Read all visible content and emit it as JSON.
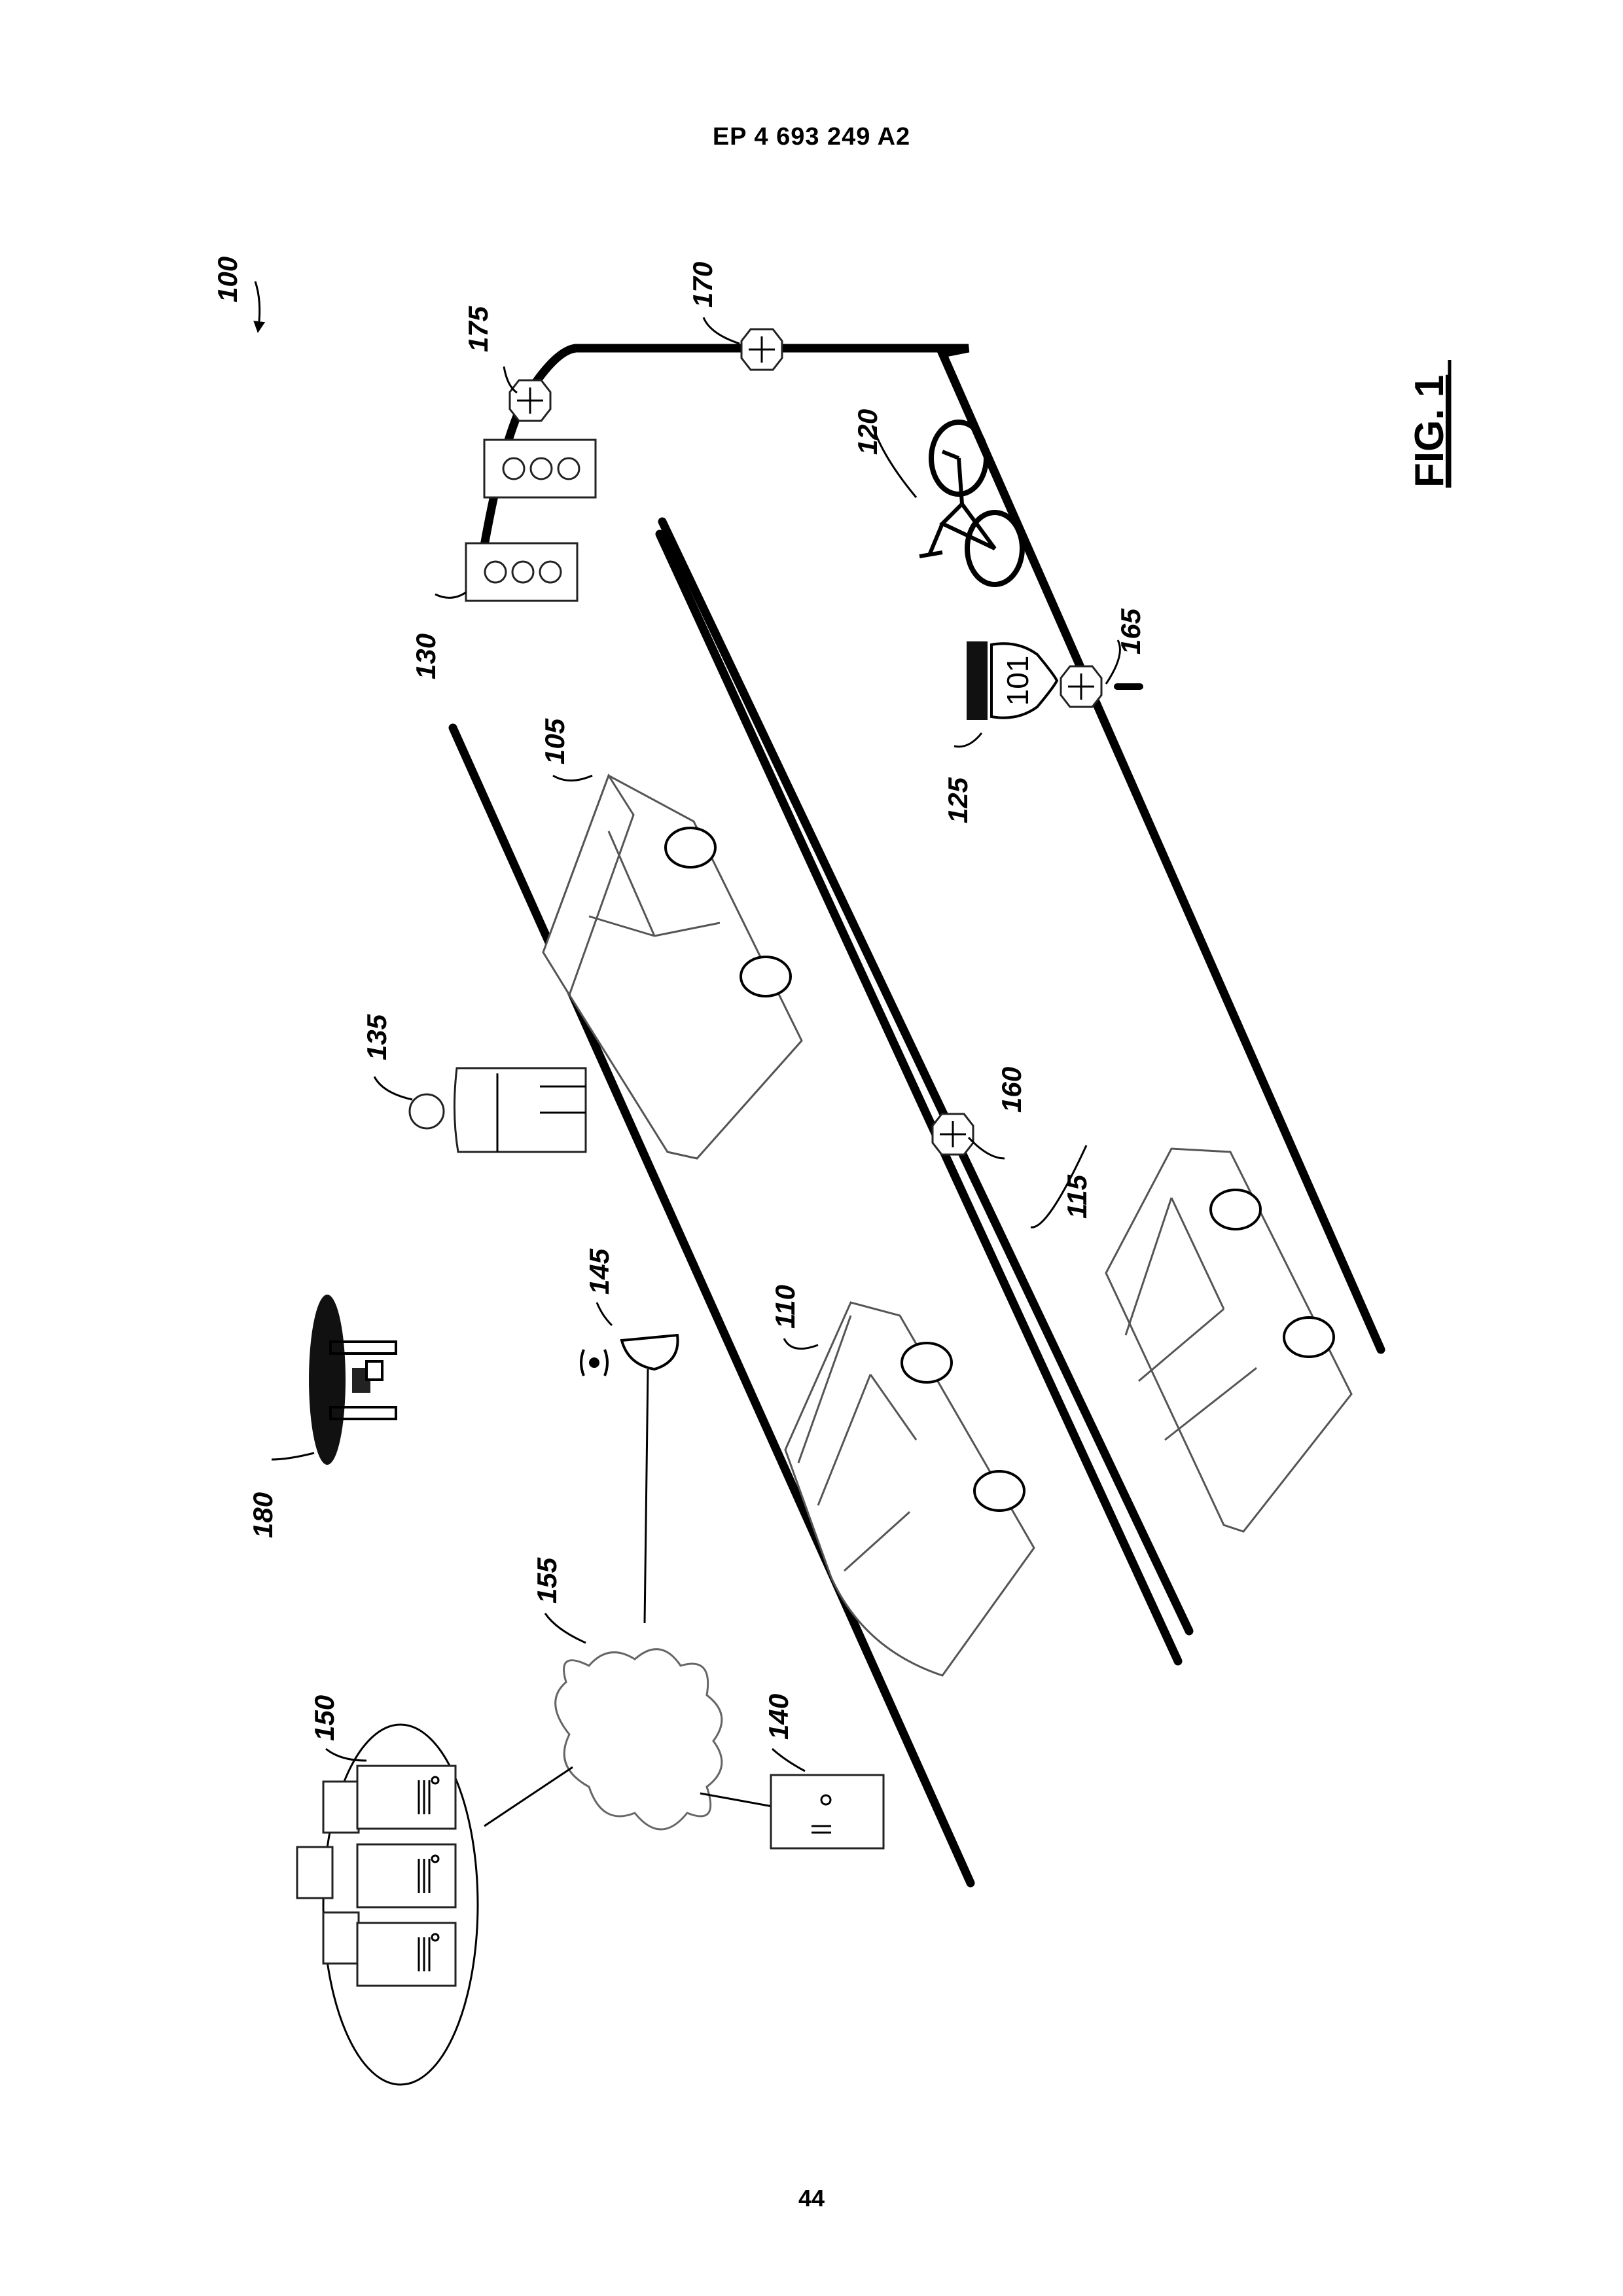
{
  "header": {
    "publication": "EP 4 693 249 A2"
  },
  "footer": {
    "page_number": "44"
  },
  "figure": {
    "title": "FIG. 1",
    "system_ref": "100",
    "labels": {
      "vehicle_105": "105",
      "vehicle_110": "110",
      "vehicle_115": "115",
      "bicycle": "120",
      "road_sign": "125",
      "traffic_light": "130",
      "pedestrian": "135",
      "device_140": "140",
      "cell_tower": "145",
      "server_farm": "150",
      "network_cloud": "155",
      "sensor_160": "160",
      "sensor_165": "165",
      "sensor_170": "170",
      "sensor_175": "175",
      "drone": "180"
    },
    "sign_text": "101"
  }
}
